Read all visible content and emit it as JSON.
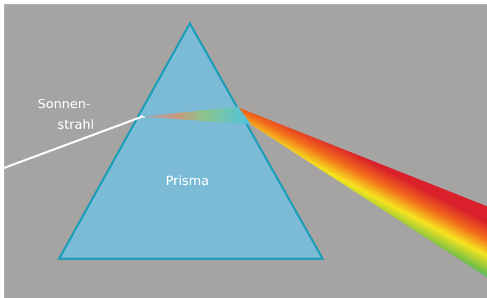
{
  "labels": {
    "sunray_line1": "Sonnen-",
    "sunray_line2": "strahl",
    "prism": "Prisma"
  },
  "colors": {
    "background": "#a6a3a3",
    "page": "#ffffff",
    "prism_fill": "#7bbbd6",
    "prism_stroke": "#1a9db8",
    "sunray": "#ffffff",
    "spectrum": [
      "#d9202b",
      "#f26a1b",
      "#f6e31f",
      "#7ac143",
      "#1aa9d4",
      "#2760a8",
      "#2a3185"
    ]
  },
  "icons": {
    "prism": "triangle-prism",
    "light": "sun-ray"
  }
}
